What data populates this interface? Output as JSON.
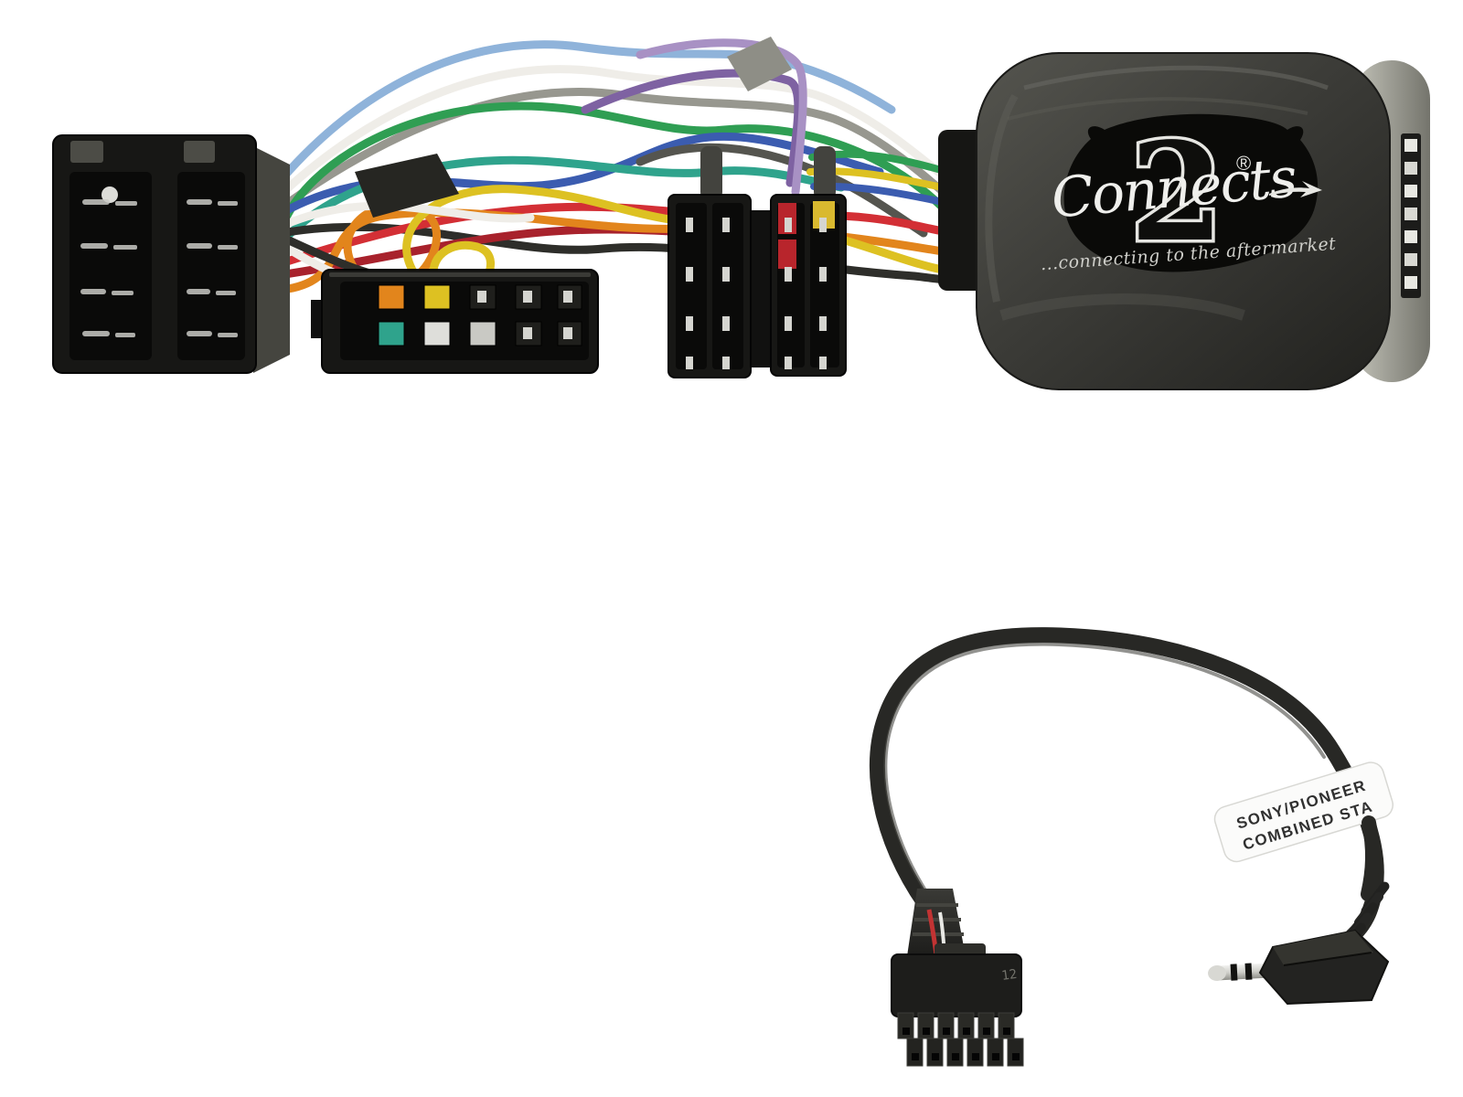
{
  "background_color": "#ffffff",
  "interface_box": {
    "brand_script": "Connects",
    "brand_numeral": "2",
    "registered_mark": "®",
    "tagline": "...connecting to the aftermarket",
    "body_color": "#3c3c38",
    "gloss_color": "#0a0a08",
    "logo_color": "#efefec"
  },
  "patch_lead": {
    "label_line1": "SONY/PIONEER",
    "label_line2": "COMBINED STA",
    "connector_pin_marking": "12",
    "cable_color": "#282825",
    "label_background": "#fbfbfa",
    "label_text_color": "#303030",
    "plug_metal_color": "#d8d8d3"
  },
  "harness": {
    "housing_color": "#171715",
    "wire_colors": [
      "#8fb3da",
      "#efede8",
      "#97978f",
      "#2f9e53",
      "#2fa38c",
      "#55554f",
      "#d32f35",
      "#a8222c",
      "#e2851c",
      "#ddc122",
      "#7e62a2",
      "#a891c4",
      "#3b5cb0",
      "#2e2e2a"
    ]
  }
}
